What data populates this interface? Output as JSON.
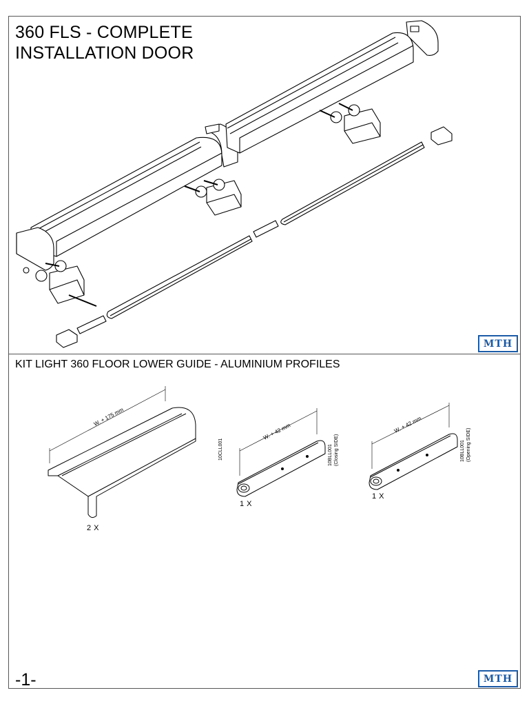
{
  "document": {
    "title_line1": "360 FLS - COMPLETE",
    "title_line2": "INSTALLATION DOOR",
    "section_title": "KIT LIGHT 360 FLOOR LOWER GUIDE - ALUMINIUM PROFILES",
    "page_number": "-1-",
    "brand": "MTH"
  },
  "profiles": [
    {
      "dimension": "W. + 175 mm",
      "code": "10CLL001",
      "side": "",
      "quantity": "2 X"
    },
    {
      "dimension": "W. + 42 mm",
      "code": "10BLL001",
      "side": "(Closing SIDE)",
      "quantity": "1 X"
    },
    {
      "dimension": "W. + 42 mm",
      "code": "10BLL001",
      "side": "(Opening SIDE)",
      "quantity": "1 X"
    }
  ],
  "colors": {
    "frame": "#555555",
    "brand": "#1a5aa6",
    "line": "#000000"
  }
}
